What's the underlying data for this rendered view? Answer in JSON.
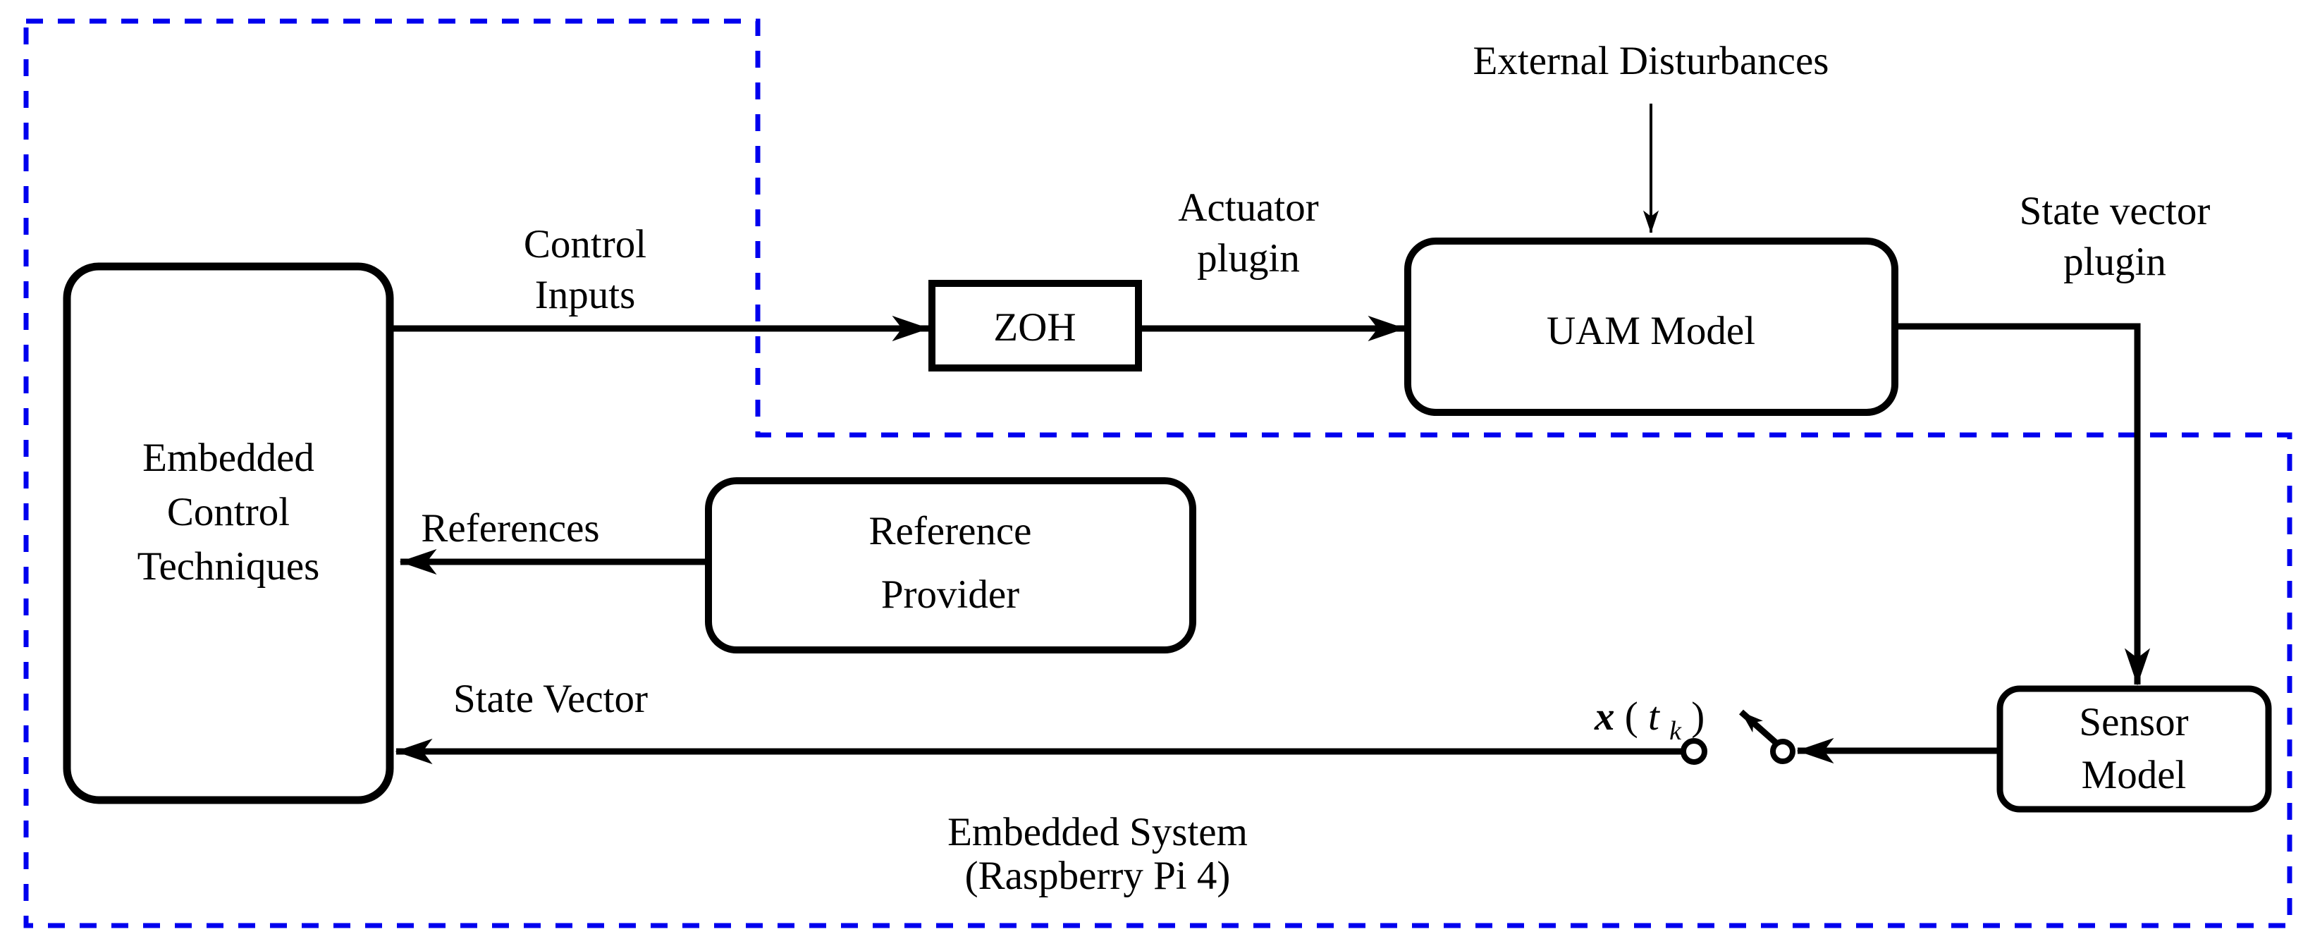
{
  "colors": {
    "boundary_blue": "#0000EE",
    "ink_black": "#000000",
    "background": "#FFFFFF"
  },
  "boxes": {
    "embedded_control": {
      "lines": [
        "Embedded",
        "Control",
        "Techniques"
      ]
    },
    "zoh": {
      "label": "ZOH"
    },
    "uam_model": {
      "label": "UAM Model"
    },
    "reference_provider": {
      "lines": [
        "Reference",
        "Provider"
      ]
    },
    "sensor_model": {
      "lines": [
        "Sensor",
        "Model"
      ]
    }
  },
  "labels": {
    "control_inputs": [
      "Control",
      "Inputs"
    ],
    "actuator_plugin": [
      "Actuator",
      "plugin"
    ],
    "external_disturbances": "External Disturbances",
    "state_vector_plugin": [
      "State vector",
      "plugin"
    ],
    "references": "References",
    "state_vector": "State Vector",
    "embedded_system": [
      "Embedded System",
      "(Raspberry Pi 4)"
    ]
  },
  "math": {
    "sampled_state_var": "x",
    "open_paren": "(",
    "time_var": "t",
    "subscript": "k",
    "close_paren": ")"
  }
}
